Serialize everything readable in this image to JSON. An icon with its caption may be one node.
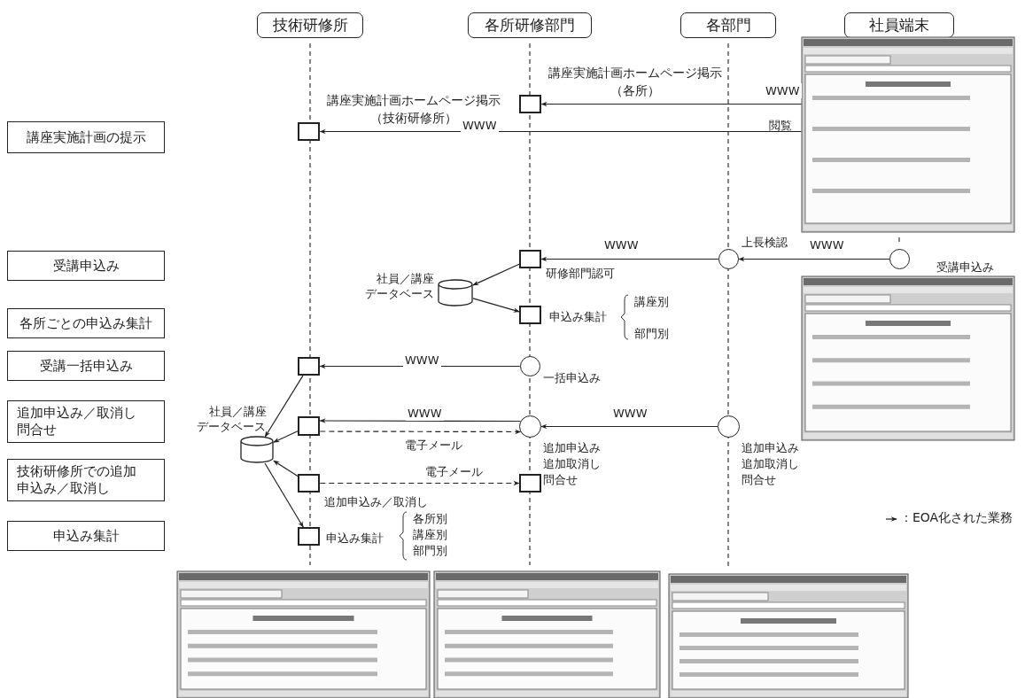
{
  "diagram": {
    "nodes": [
      {
        "text": [
          "技術研修所"
        ]
      },
      {
        "text": [
          "各所研修部門"
        ]
      },
      {
        "text": [
          "各部門"
        ]
      },
      {
        "text": [
          "社員端末"
        ]
      },
      {
        "text": [],
        "shape": "picture"
      },
      {
        "text": [],
        "shape": "box",
        "beside": [
          "講座実施計画ホームページ掲示（各所）"
        ]
      },
      {
        "text": [],
        "shape": "box",
        "beside": [
          "講座実施計画ホームページ掲示（技術研修所）"
        ]
      },
      {
        "text": [
          "講座実施計画の提示"
        ]
      },
      {
        "text": [
          "受講申込み"
        ]
      },
      {
        "text": [],
        "shape": "box",
        "beside": [
          "研修部門認可"
        ]
      },
      {
        "text": [],
        "shape": "circle",
        "beside": [
          "上長検認"
        ]
      },
      {
        "text": [],
        "shape": "circle",
        "beside": [
          "受講申込み"
        ]
      },
      {
        "text": [
          "社員／講座データベース"
        ]
      },
      {
        "text": [
          "各所ごとの申込み集計"
        ]
      },
      {
        "text": [],
        "shape": "box",
        "beside": [
          "申込み集計"
        ]
      },
      {
        "text": [
          "受講一括申込み"
        ]
      },
      {
        "text": [],
        "shape": "box"
      },
      {
        "text": [],
        "shape": "circle",
        "beside": [
          "一括申込み"
        ]
      },
      {
        "text": [
          "社員／講座データベース"
        ]
      },
      {
        "text": [
          "追加申込み／取消し問合せ"
        ]
      },
      {
        "text": [],
        "shape": "box"
      },
      {
        "text": [],
        "shape": "circle",
        "beside": [
          "追加申込み",
          "追加取消し",
          "問合せ"
        ]
      },
      {
        "text": [],
        "shape": "circle",
        "beside": [
          "追加申込み",
          "追加取消し",
          "問合せ"
        ]
      },
      {
        "text": [
          "技術研修所での追加申込み／取消し"
        ]
      },
      {
        "text": [],
        "shape": "box",
        "beside": [
          "追加申込み／取消し"
        ]
      },
      {
        "text": [],
        "shape": "box"
      },
      {
        "text": [
          "申込み集計"
        ]
      },
      {
        "text": [],
        "shape": "box",
        "beside": [
          "申込み集計"
        ]
      }
    ],
    "edges": [
      {
        "from": 4,
        "to": 5,
        "arrow": "to",
        "label": "WWW"
      },
      {
        "from": 4,
        "to": 6,
        "arrow": "to",
        "label": "WWW"
      },
      {
        "from": 11,
        "to": 10,
        "arrow": "to",
        "label": "WWW"
      },
      {
        "from": 10,
        "to": 9,
        "arrow": "to",
        "label": "WWW"
      },
      {
        "from": 9,
        "to": 12,
        "arrow": "to"
      },
      {
        "from": 12,
        "to": 14,
        "arrow": "to"
      },
      {
        "from": 17,
        "to": 16,
        "arrow": "to",
        "label": "WWW"
      },
      {
        "from": 16,
        "to": 18,
        "arrow": "to"
      },
      {
        "from": 22,
        "to": 21,
        "arrow": "to",
        "label": "WWW"
      },
      {
        "from": 21,
        "to": 20,
        "arrow": "to",
        "label": "WWW"
      },
      {
        "from": 20,
        "to": 21,
        "arrow": "to",
        "label": "電子メール",
        "style": "dashed"
      },
      {
        "from": 20,
        "to": 18,
        "arrow": "to"
      },
      {
        "from": 24,
        "to": 25,
        "arrow": "to",
        "label": "電子メール",
        "style": "dashed"
      },
      {
        "from": 24,
        "to": 18,
        "arrow": "to"
      },
      {
        "from": 18,
        "to": 27,
        "arrow": "to"
      }
    ],
    "labels": [
      "閲覧",
      "講座別",
      "部門別",
      "各所別",
      "講座別",
      "部門別"
    ],
    "legend": [
      {
        "text": "：EOA化された業務"
      }
    ]
  }
}
